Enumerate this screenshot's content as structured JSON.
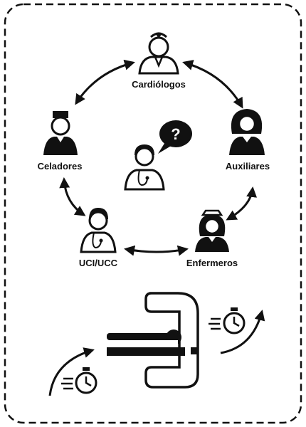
{
  "roles": {
    "cardiologos": "Cardiólogos",
    "celadores": "Celadores",
    "auxiliares": "Auxiliares",
    "uci": "UCI/UCC",
    "enfermeros": "Enfermeros"
  },
  "center": {
    "bubble_text": "?"
  },
  "icons": {
    "doctor": "doctor-icon",
    "nurse": "nurse-icon",
    "orderly": "orderly-icon",
    "assistant": "assistant-icon",
    "question": "speech-bubble-icon",
    "timer": "stopwatch-icon",
    "scanner": "c-arm-scanner-icon"
  },
  "colors": {
    "ink": "#111111",
    "background": "#ffffff"
  }
}
